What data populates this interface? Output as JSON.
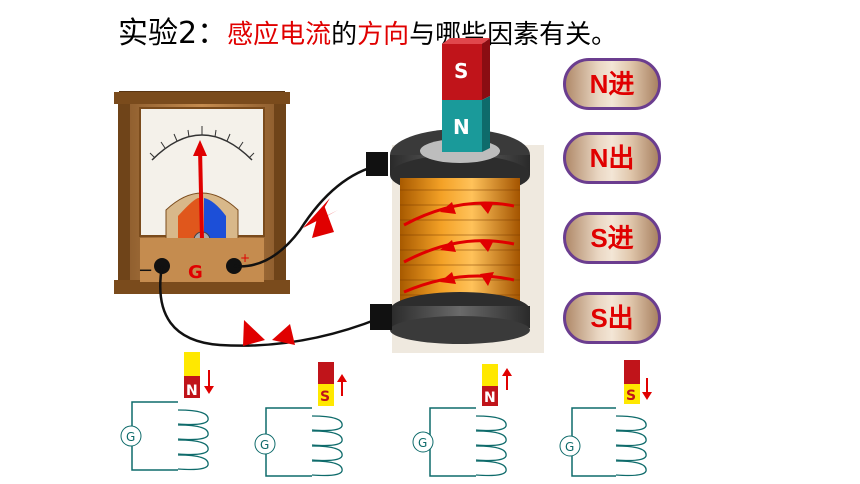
{
  "title": {
    "prefix": "实验2：",
    "part1": "感应电流",
    "part2": "的",
    "part3": "方向",
    "part4": "与哪些因素有关。"
  },
  "buttons": [
    {
      "label": "N进"
    },
    {
      "label": "N出"
    },
    {
      "label": "S进"
    },
    {
      "label": "S出"
    }
  ],
  "magnet": {
    "top_pole": "S",
    "bottom_pole": "N"
  },
  "galvanometer": {
    "label": "G",
    "minus": "−",
    "plus": "+"
  },
  "small_diagrams": [
    {
      "pole": "N",
      "motion": "down",
      "meter": "G"
    },
    {
      "pole": "S",
      "motion": "up",
      "meter": "G"
    },
    {
      "pole": "N",
      "motion": "up",
      "meter": "G"
    },
    {
      "pole": "S",
      "motion": "down",
      "meter": "G"
    }
  ],
  "colors": {
    "accent_red": "#e00000",
    "magnet_red": "#c0141a",
    "magnet_teal": "#1a9a9a",
    "circuit_teal": "#0e6b6b"
  }
}
